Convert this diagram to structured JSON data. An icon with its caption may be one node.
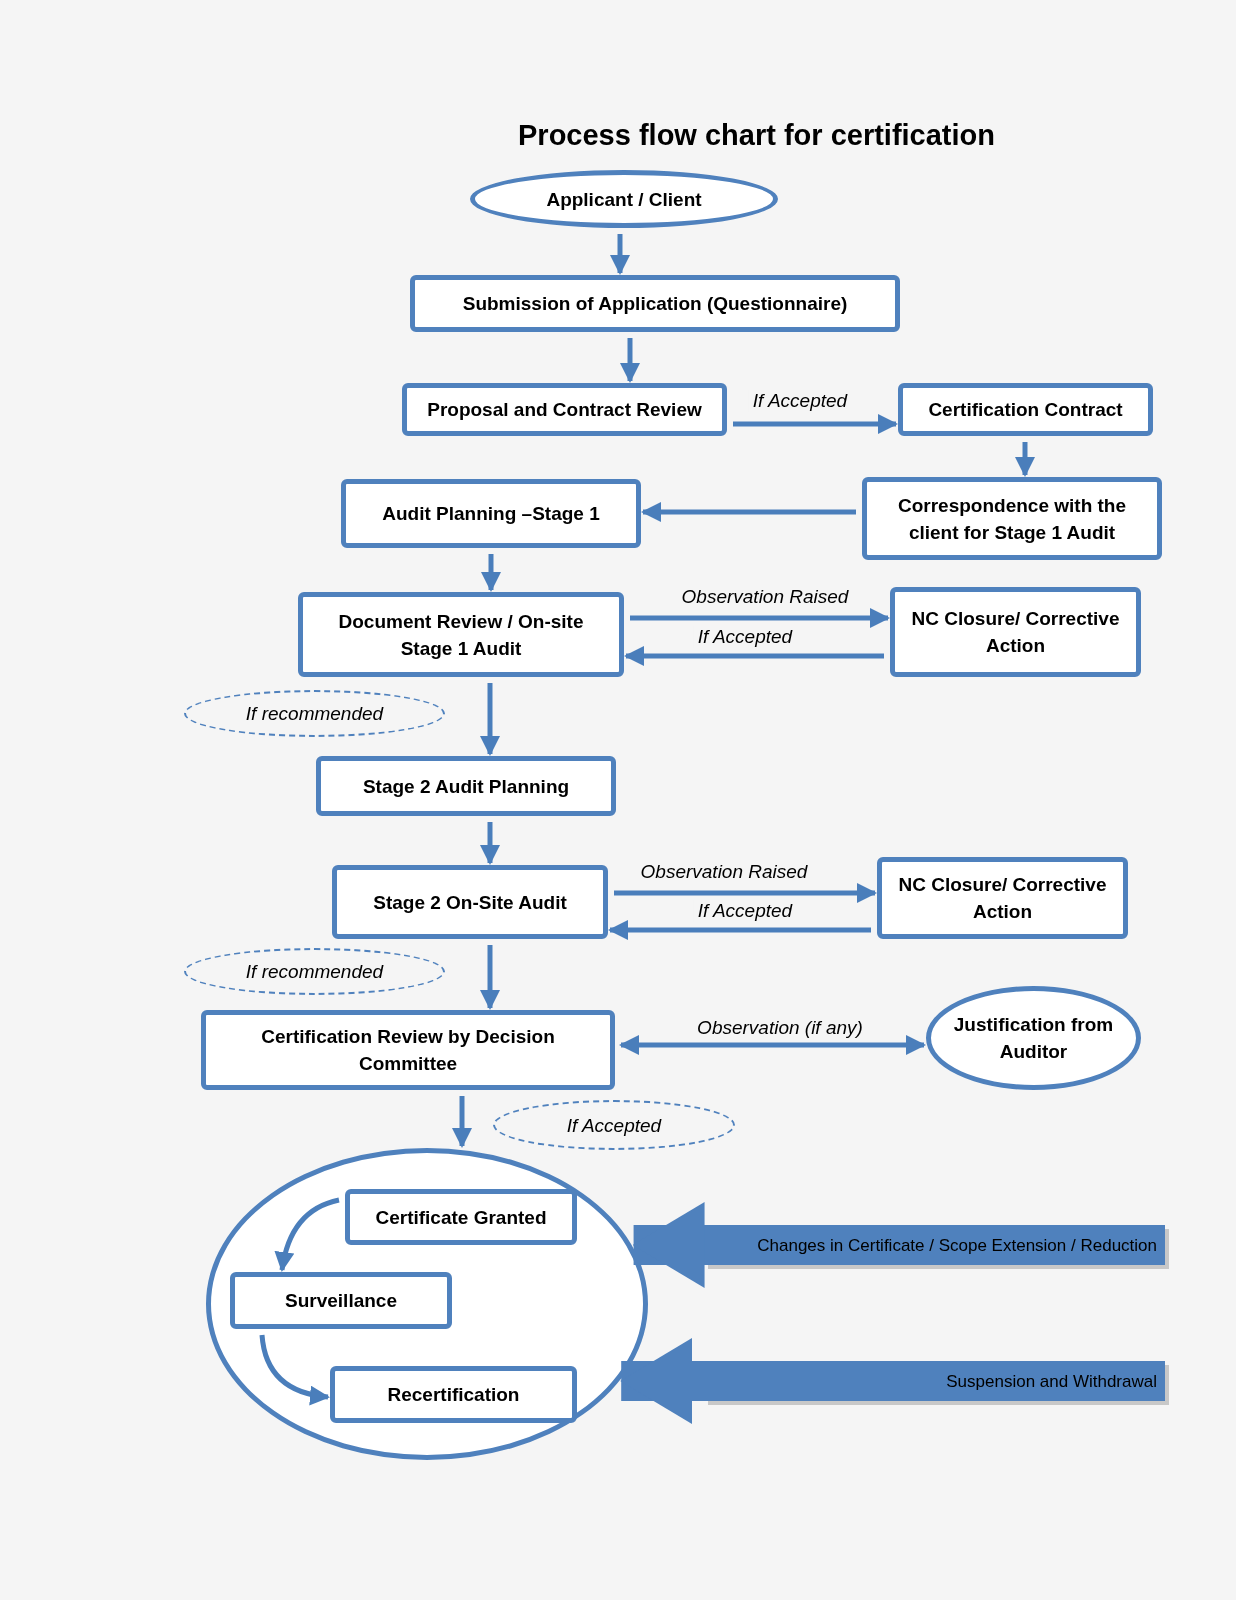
{
  "diagram": {
    "title": "Process flow chart for certification",
    "nodes": [
      {
        "text": [
          "Applicant / Client"
        ]
      },
      {
        "text": [
          "Submission of Application (Questionnaire)"
        ]
      },
      {
        "text": [
          "Proposal and Contract Review"
        ]
      },
      {
        "text": [
          "Certification Contract"
        ]
      },
      {
        "text": [
          "Correspondence with the client for Stage 1 Audit"
        ]
      },
      {
        "text": [
          "Audit Planning –Stage 1"
        ]
      },
      {
        "text": [
          "Document Review / On-site Stage 1 Audit"
        ]
      },
      {
        "text": [
          "NC Closure/ Corrective Action"
        ]
      },
      {
        "text": [
          "If recommended"
        ]
      },
      {
        "text": [
          "Stage 2 Audit Planning"
        ]
      },
      {
        "text": [
          "Stage 2 On-Site Audit"
        ]
      },
      {
        "text": [
          "NC Closure/ Corrective Action"
        ]
      },
      {
        "text": [
          "If recommended"
        ]
      },
      {
        "text": [
          "Certification Review by Decision Committee"
        ]
      },
      {
        "text": [
          "Justification from Auditor"
        ]
      },
      {
        "text": [
          "If Accepted"
        ]
      },
      {
        "text": [],
        "shape": "circle"
      },
      {
        "text": [
          "Certificate Granted"
        ],
        "in": 16
      },
      {
        "text": [
          "Surveillance"
        ],
        "in": 16
      },
      {
        "text": [
          "Recertification"
        ],
        "in": 16
      },
      {
        "text": [
          "Changes in Certificate / Scope Extension / Reduction"
        ]
      },
      {
        "text": [
          "Suspension and Withdrawal"
        ]
      }
    ],
    "edges": [
      {
        "from": 0,
        "to": 1,
        "arrow": "to"
      },
      {
        "from": 1,
        "to": 2,
        "arrow": "to"
      },
      {
        "from": 2,
        "to": 3,
        "arrow": "to",
        "label": "If Accepted"
      },
      {
        "from": 3,
        "to": 4,
        "arrow": "to"
      },
      {
        "from": 4,
        "to": 5,
        "arrow": "to"
      },
      {
        "from": 5,
        "to": 6,
        "arrow": "to"
      },
      {
        "from": 6,
        "to": 7,
        "arrow": "to",
        "label": "Observation Raised"
      },
      {
        "from": 7,
        "to": 6,
        "arrow": "to",
        "label": "If Accepted"
      },
      {
        "from": 6,
        "to": 9,
        "arrow": "to"
      },
      {
        "from": 9,
        "to": 10,
        "arrow": "to"
      },
      {
        "from": 10,
        "to": 11,
        "arrow": "to",
        "label": "Observation Raised"
      },
      {
        "from": 11,
        "to": 10,
        "arrow": "to",
        "label": "If Accepted"
      },
      {
        "from": 10,
        "to": 13,
        "arrow": "to"
      },
      {
        "from": 13,
        "to": 14,
        "arrow": "both",
        "label": "Observation (if any)"
      },
      {
        "from": 13,
        "to": 16,
        "arrow": "to"
      },
      {
        "from": 17,
        "to": 18,
        "arrow": "to"
      },
      {
        "from": 18,
        "to": 19,
        "arrow": "to"
      },
      {
        "from": 20,
        "to": 16,
        "arrow": "to",
        "style": "thick"
      },
      {
        "from": 21,
        "to": 16,
        "arrow": "to",
        "style": "thick"
      }
    ]
  }
}
